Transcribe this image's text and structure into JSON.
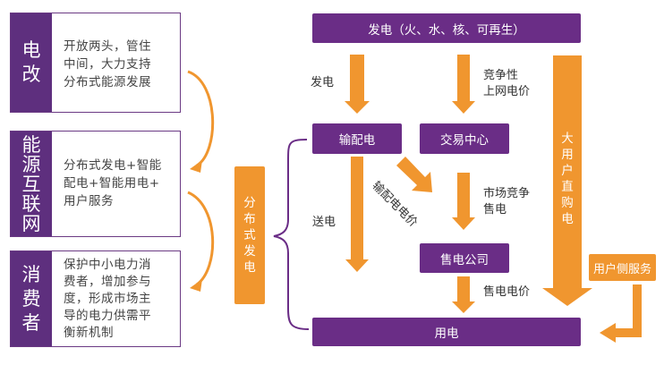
{
  "left_cards": [
    {
      "label": "电改",
      "label_chars": [
        "电",
        "改"
      ],
      "lines": [
        "开放两头，管住",
        "中间，大力支持",
        "分布式能源发展"
      ]
    },
    {
      "label": "能源互联网",
      "label_chars": [
        "能",
        "源",
        "互",
        "联",
        "网"
      ],
      "lines": [
        "分布式发电+智能",
        "配电+智能用电+",
        "用户服务"
      ]
    },
    {
      "label": "消费者",
      "label_chars": [
        "消",
        "费",
        "者"
      ],
      "lines": [
        "保护中小电力消",
        "费者，增加参与",
        "度，形成市场主",
        "导的电力供需平",
        "衡新机制"
      ]
    }
  ],
  "distributed": {
    "chars": [
      "分",
      "布",
      "式",
      "发",
      "电"
    ]
  },
  "nodes": {
    "generation": "发电（火、水、核、可再生）",
    "transmission": "输配电",
    "exchange": "交易中心",
    "retail": "售电公司",
    "consumption": "用电",
    "user_service": "用户侧服务"
  },
  "direct_purchase": {
    "chars": [
      "大",
      "用",
      "户",
      "直",
      "购",
      "电"
    ]
  },
  "edge_labels": {
    "gen_to_trans": "发电",
    "gen_to_exchange": [
      "竞争性",
      "上网电价"
    ],
    "trans_fee": "输配电电价",
    "market": [
      "市场竞争",
      "售电"
    ],
    "delivery": "送电",
    "retail_price": "售电电价"
  },
  "colors": {
    "purple": "#6a2d86",
    "orange": "#f0962f"
  }
}
